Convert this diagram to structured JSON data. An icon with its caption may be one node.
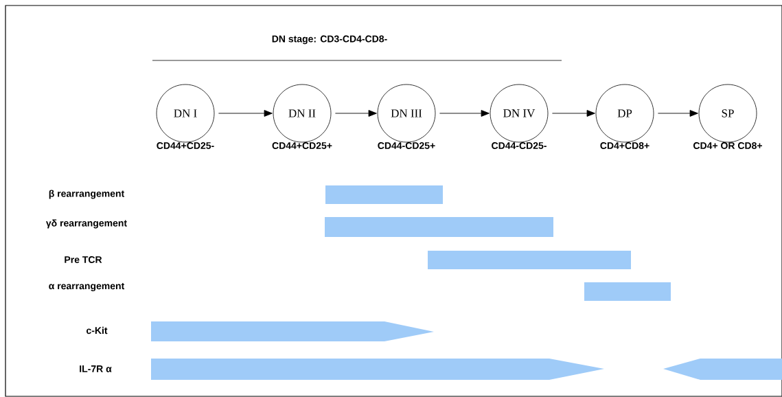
{
  "diagram": {
    "nodes": [
      {
        "text": [
          "DN I"
        ],
        "beside": [
          "CD44+CD25-"
        ]
      },
      {
        "text": [
          "DN II"
        ],
        "beside": [
          "CD44+CD25+"
        ]
      },
      {
        "text": [
          "DN III"
        ],
        "beside": [
          "CD44-CD25+"
        ]
      },
      {
        "text": [
          "DN IV"
        ],
        "beside": [
          "CD44-CD25-"
        ]
      },
      {
        "text": [
          "DP"
        ],
        "beside": [
          "CD4+CD8+"
        ]
      },
      {
        "text": [
          "SP"
        ],
        "beside": [
          "CD4+ OR CD8+"
        ]
      }
    ],
    "edges": [
      {
        "from": 0,
        "to": 1,
        "arrow": "to"
      },
      {
        "from": 1,
        "to": 2,
        "arrow": "to"
      },
      {
        "from": 2,
        "to": 3,
        "arrow": "to"
      },
      {
        "from": 3,
        "to": 4,
        "arrow": "to"
      },
      {
        "from": 4,
        "to": 5,
        "arrow": "to"
      }
    ],
    "labels": [
      "DN stage: CD3-CD4-CD8-",
      "β rearrangement",
      "γδ rearrangement",
      "Pre TCR",
      "α rearrangement",
      "c-Kit",
      "IL-7R α"
    ]
  }
}
